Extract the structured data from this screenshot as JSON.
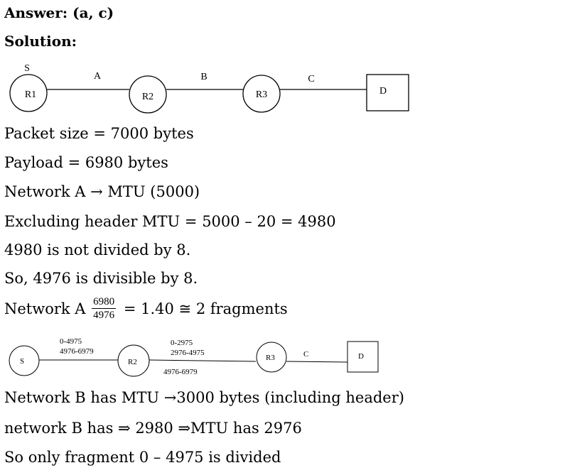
{
  "answer_heading": "Answer: (a, c)",
  "solution_heading": "Solution:",
  "diagram1": {
    "source_label": "S",
    "routers": [
      "R1",
      "R2",
      "R3"
    ],
    "destination": "D",
    "network_labels": [
      "A",
      "B",
      "C"
    ]
  },
  "lines": {
    "packet_size": "Packet size = 7000 bytes",
    "payload": "Payload = 6980 bytes",
    "network_a_mtu": "Network A → MTU (5000)",
    "excluding_header": "Excluding header MTU = 5000 – 20 = 4980",
    "not_divided": "4980 is not divided by 8.",
    "divisible": "So, 4976 is divisible by 8.",
    "fraction_prefix": "Network A",
    "fraction_numerator": "6980",
    "fraction_denominator": "4976",
    "fraction_suffix": "= 1.40 ≅ 2 fragments",
    "network_b_mtu": "Network B has MTU →3000 bytes (including header)",
    "network_b_implies": "network B has ⇒ 2980 ⇒MTU has 2976",
    "only_fragment": "So only fragment 0 – 4975 is divided"
  },
  "diagram2": {
    "source": "S",
    "r2": "R2",
    "r3": "R3",
    "destination": "D",
    "link_c": "C",
    "s_r2_fragment_1": "0-4975",
    "s_r2_fragment_2": "4976-6979",
    "r2_r3_fragment_1": "0-2975",
    "r2_r3_fragment_2": "2976-4975",
    "r2_r3_fragment_3": "4976-6979"
  }
}
